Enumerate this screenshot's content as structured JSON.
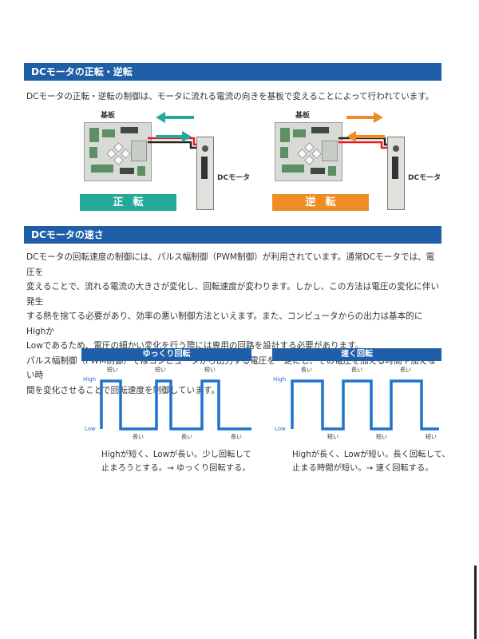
{
  "section1": {
    "title": "DCモータの正転・逆転",
    "description": "DCモータの正転・逆転の制御は、モータに流れる電流の向きを基板で変えることによって行われています。",
    "board_label": "基板",
    "motor_label": "DCモータ",
    "forward_label": "正転",
    "reverse_label": "逆転",
    "forward_color": "#25a99b",
    "reverse_color": "#f08c26"
  },
  "section2": {
    "title": "DCモータの速さ",
    "paragraph_lines": [
      "DCモータの回転速度の制御には、パルス幅制御（PWM制御）が利用されています。通常DCモータでは、電圧を",
      "変えることで、流れる電流の大きさが変化し、回転速度が変わります。しかし、この方法は電圧の変化に伴い発生",
      "する熱を捨てる必要があり、効率の悪い制御方法といえます。また、コンピュータからの出力は基本的にHighか",
      "Lowであるため、電圧の細かい変化を行う際には専用の回路を設計する必要があります。",
      "パルス幅制御（PWM制御）ではコンピュータから出力する電圧を一定にし、その電圧を加える時間や加えない時",
      "間を変化させることで回転速度を制御しています。"
    ]
  },
  "slow_chart": {
    "title": "ゆっくり回転",
    "high_label": "High",
    "low_label": "Low",
    "high_note": "短い",
    "low_note": "長い",
    "caption_lines": [
      "Highが短く、Lowが長い。少し回転して",
      "止まろうとする。→ ゆっくり回転する。"
    ]
  },
  "fast_chart": {
    "title": "速く回転",
    "high_label": "High",
    "low_label": "Low",
    "high_note": "長い",
    "low_note": "短い",
    "caption_lines": [
      "Highが長く、Lowが短い。長く回転して、",
      "止まる時間が短い。→ 速く回転する。"
    ]
  },
  "colors": {
    "header_blue": "#1f5fa8",
    "wave_blue": "#1f73c9"
  }
}
